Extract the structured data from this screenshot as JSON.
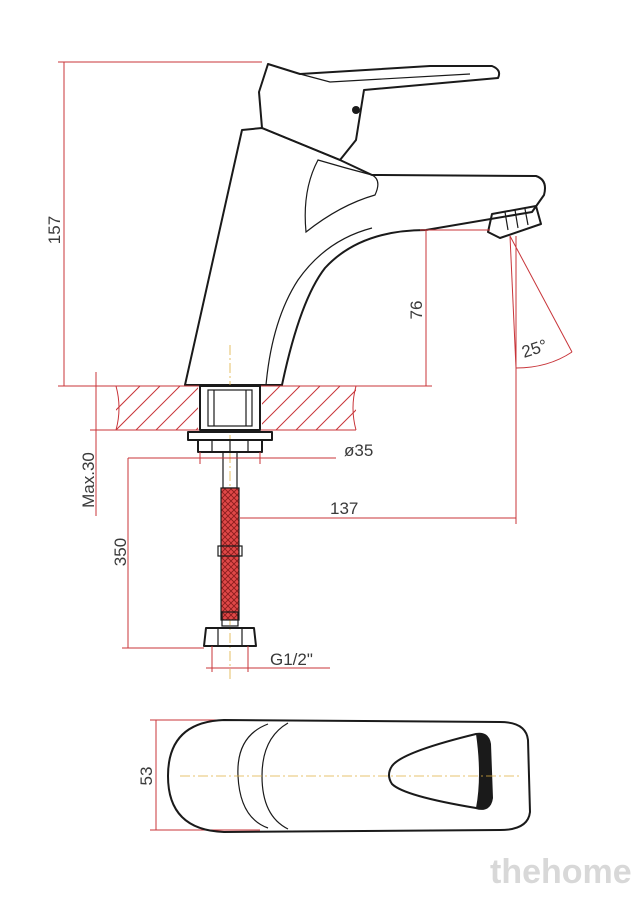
{
  "dimensions": {
    "height_total": "157",
    "spout_height": "76",
    "spout_angle": "25°",
    "max_thickness": "Max.30",
    "base_diameter": "ø35",
    "reach": "137",
    "hose_length": "350",
    "thread": "G1/2\"",
    "top_width": "53"
  },
  "watermark": "thehome",
  "colors": {
    "outline": "#1a1a1a",
    "dimension": "#c8353a",
    "centerline": "#e0b040",
    "hose": "#c8353a"
  }
}
